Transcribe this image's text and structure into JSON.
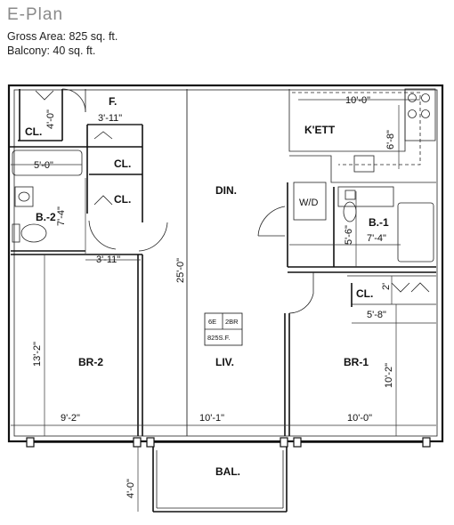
{
  "header": {
    "title": "E-Plan",
    "gross_area": "Gross Area: 825 sq. ft.",
    "balcony": "Balcony: 40 sq. ft."
  },
  "rooms": {
    "foyer": "F.",
    "closet_foyer": "CL.",
    "closet_1": "CL.",
    "closet_2": "CL.",
    "closet_br1": "CL.",
    "kitchen": "K'ETT",
    "dining": "DIN.",
    "bath_2": "B.-2",
    "bath_1": "B.-1",
    "washer_dryer": "W/D",
    "bedroom_2": "BR-2",
    "living": "LIV.",
    "bedroom_1": "BR-1",
    "balcony": "BAL."
  },
  "dimensions": {
    "closet_foyer_h": "4'-0\"",
    "foyer_w": "3'-11\"",
    "kitchen_w": "10'-0\"",
    "kitchen_d": "6'-8\"",
    "bath2_w": "5'-0\"",
    "bath2_d": "7'-4\"",
    "hall_w": "3'-11\"",
    "living_depth": "25'-0\"",
    "bath1_d": "5'-6\"",
    "bath1_w": "7'-4\"",
    "cl_br1_d": "2'",
    "cl_br1_w": "5'-8\"",
    "br2_depth": "13'-2\"",
    "br1_depth": "10'-2\"",
    "br2_width": "9'-2\"",
    "living_width": "10'-1\"",
    "br1_width": "10'-0\"",
    "balcony_depth": "4'-0\""
  },
  "unit_tag": {
    "unit": "6E",
    "type": "2BR",
    "area": "825S.F."
  }
}
